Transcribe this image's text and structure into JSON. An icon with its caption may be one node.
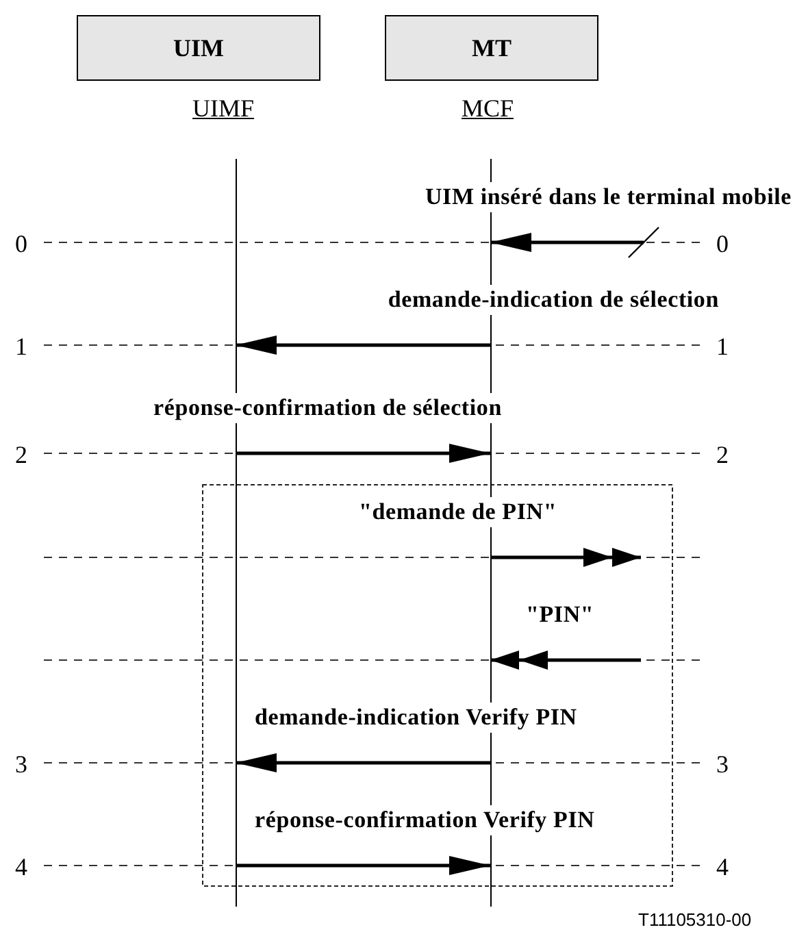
{
  "diagram": {
    "nodes": [
      {
        "text": [
          "UIM"
        ],
        "beside": [
          "UIMF"
        ]
      },
      {
        "text": [
          "MT"
        ],
        "beside": [
          "MCF"
        ]
      },
      {
        "text": [],
        "shape": "line"
      },
      {
        "text": [],
        "shape": "line"
      }
    ],
    "edges": [
      {
        "from": null,
        "to": 3,
        "arrow": "to",
        "label": "UIM inséré dans le terminal mobile"
      },
      {
        "from": 3,
        "to": 2,
        "arrow": "to",
        "label": "demande-indication de sélection"
      },
      {
        "from": 2,
        "to": 3,
        "arrow": "to",
        "label": "réponse-confirmation de sélection"
      },
      {
        "from": 3,
        "to": null,
        "arrow": "to",
        "label": "\"demande de PIN\""
      },
      {
        "from": null,
        "to": 3,
        "arrow": "to",
        "label": "\"PIN\""
      },
      {
        "from": 3,
        "to": 2,
        "arrow": "to",
        "label": "demande-indication Verify PIN"
      },
      {
        "from": 2,
        "to": 3,
        "arrow": "to",
        "label": "réponse-confirmation Verify PIN"
      }
    ],
    "labels": [
      "0",
      "0",
      "1",
      "1",
      "2",
      "2",
      "3",
      "3",
      "4",
      "4",
      "T11105310-00"
    ]
  }
}
